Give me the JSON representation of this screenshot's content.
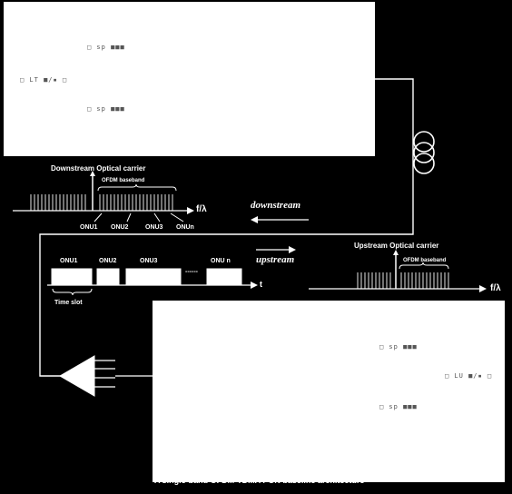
{
  "top_panel": {
    "splitter_labels": [
      "□ sp ■■■",
      "□ sp ■■■"
    ],
    "side_label": "□ LT ■/▪ □"
  },
  "bottom_panel": {
    "splitter_labels": [
      "□ sp ■■■",
      "□ sp ■■■"
    ],
    "side_label": "□ LU ■/▪ □"
  },
  "downstream": {
    "title": "Downstream Optical carrier",
    "baseband_label": "OFDM baseband",
    "axis_label": "f/λ",
    "direction_label": "downstream",
    "onu_labels": [
      "ONU1",
      "ONU2",
      "ONU3",
      "ONUn"
    ]
  },
  "upstream": {
    "title": "Upstream Optical carrier",
    "baseband_label": "OFDM baseband",
    "axis_label": "f/λ",
    "direction_label": "upstream"
  },
  "tdma": {
    "slots": [
      "ONU1",
      "ONU2",
      "ONU3",
      "ONU n"
    ],
    "ellipsis": "------",
    "axis_label": "t",
    "time_slot_label": "Time slot"
  },
  "caption": "A single-band OFDM-TDMA PON baseline architecture"
}
